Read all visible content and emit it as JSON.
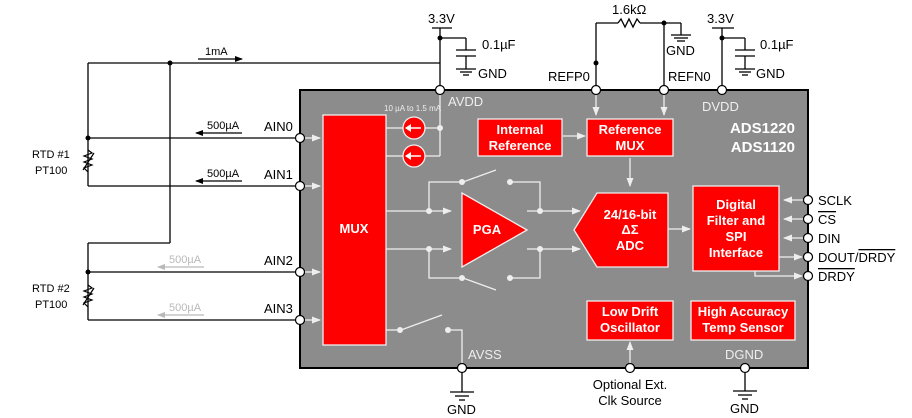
{
  "diagram": {
    "title": "ADS1220 / ADS1120 ratiometric 3-wire RTD measurement",
    "colors": {
      "chip_body": "#8c8c8c",
      "block_fill": "#ff0000",
      "inner_wire": "#eeeeee",
      "outer_wire": "#000000",
      "disabled_text": "#b9b9b9"
    },
    "chip": {
      "name_line1": "ADS1220",
      "name_line2": "ADS1120",
      "pins": {
        "avdd": "AVDD",
        "dvdd": "DVDD",
        "avss": "AVSS",
        "dgnd": "DGND",
        "refp0": "REFP0",
        "refn0": "REFN0",
        "ain0": "AIN0",
        "ain1": "AIN1",
        "ain2": "AIN2",
        "ain3": "AIN3",
        "sclk": "SCLK",
        "cs": "CS",
        "din": "DIN",
        "dout_a": "DOUT/",
        "dout_b": "DRDY",
        "drdy": "DRDY"
      },
      "idac_label": "10 µA to 1.5 mA"
    },
    "blocks": {
      "mux": "MUX",
      "pga": "PGA",
      "internal_reference": [
        "Internal",
        "Reference"
      ],
      "reference_mux": [
        "Reference",
        "MUX"
      ],
      "adc": [
        "24/16-bit",
        "ΔΣ",
        "ADC"
      ],
      "digital_filter": [
        "Digital",
        "Filter and",
        "SPI",
        "Interface"
      ],
      "oscillator": [
        "Low Drift",
        "Oscillator"
      ],
      "temp_sensor": [
        "High Accuracy",
        "Temp Sensor"
      ]
    },
    "external": {
      "supply_left": "3.3V",
      "supply_right": "3.3V",
      "cap_left": "0.1µF",
      "cap_right": "0.1µF",
      "ref_resistor": "1.6kΩ",
      "gnd": "GND",
      "excitation_current": "1mA",
      "ain0_current": "500µA",
      "ain1_current": "500µA",
      "ain2_current": "500µA",
      "ain3_current": "500µA",
      "rtd1": [
        "RTD #1",
        "PT100"
      ],
      "rtd2": [
        "RTD #2",
        "PT100"
      ],
      "clk_source": [
        "Optional Ext.",
        "Clk Source"
      ]
    }
  }
}
